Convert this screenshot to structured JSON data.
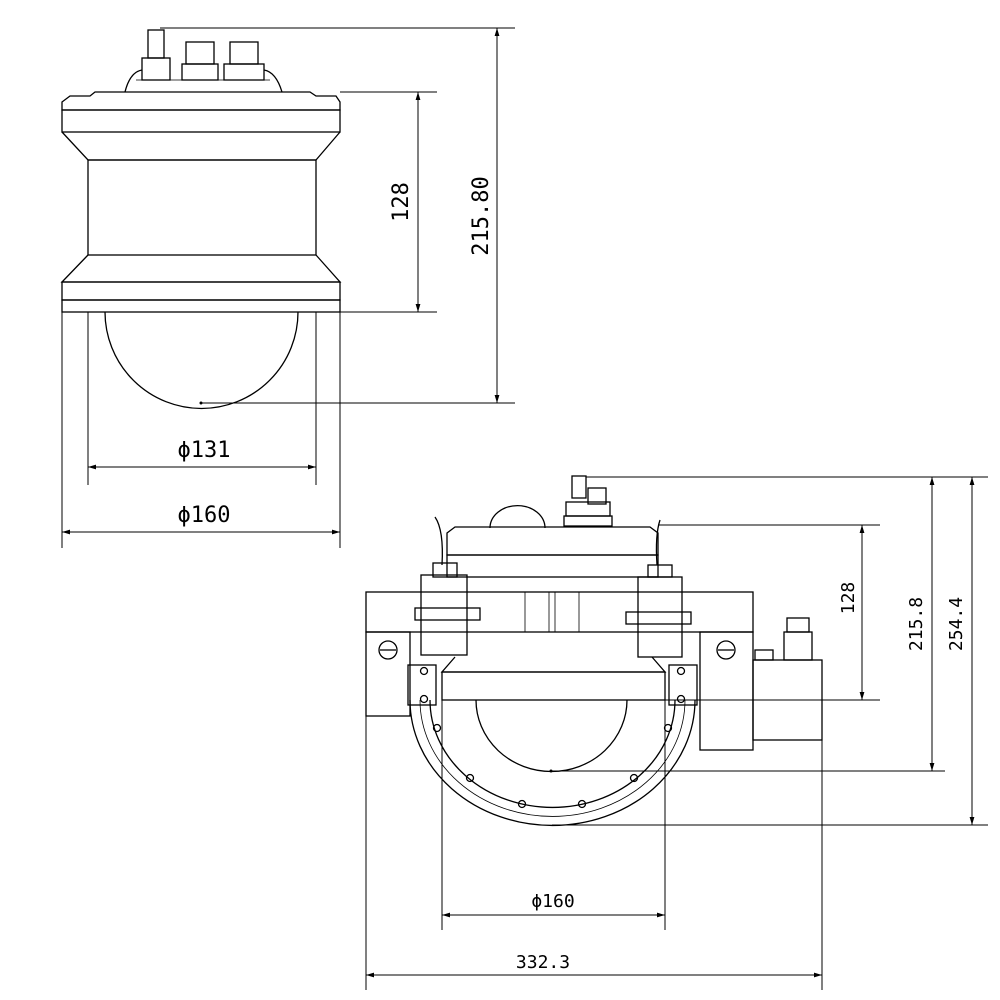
{
  "side_view": {
    "dim_flange_height": "128",
    "dim_total_height": "215.80",
    "dim_body_diameter": "ϕ131",
    "dim_flange_diameter": "ϕ160"
  },
  "mounted_view": {
    "dim_flange_height": "128",
    "dim_total_height": "215.8",
    "dim_overall_height": "254.4",
    "dim_flange_diameter": "ϕ160",
    "dim_overall_width": "332.3"
  }
}
